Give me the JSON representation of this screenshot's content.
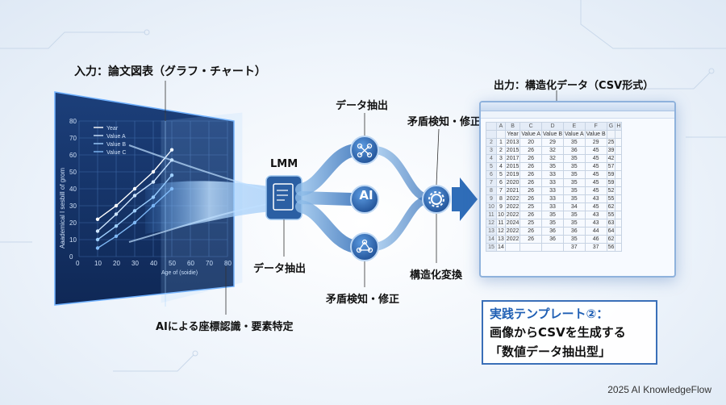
{
  "labels": {
    "input": "入力：論文図表（グラフ・チャート）",
    "output": "出力：構造化データ（CSV形式）",
    "lmm": "LMM",
    "extract_top": "データ抽出",
    "extract_bottom": "データ抽出",
    "fix_top": "矛盾検知・修正",
    "fix_bottom": "矛盾検知・修正",
    "ai": "AI",
    "structure": "構造化変換",
    "coords": "AIによる座標認識・要素特定"
  },
  "template": {
    "line1": "実践テンプレート②：",
    "line2": "画像からCSVを生成する",
    "line3": "「数値データ抽出型」"
  },
  "credit": "2025 AI KnowledgeFlow",
  "chart": {
    "ylabel": "Aaademical I sesbill of grom",
    "xlabel": "Age of (soidie)",
    "yticks": [
      "80",
      "70",
      "60",
      "50",
      "40",
      "30",
      "20",
      "10",
      "0"
    ],
    "xticks": [
      "0",
      "10",
      "20",
      "30",
      "40",
      "50",
      "60",
      "70",
      "80"
    ],
    "legend": [
      "Year",
      "Value A",
      "Value B",
      "Value C"
    ]
  },
  "chart_data": {
    "type": "line",
    "title": "",
    "xlabel": "Age of (soidie)",
    "ylabel": "Aaademical I sesbill of grom",
    "xlim": [
      0,
      80
    ],
    "ylim": [
      0,
      80
    ],
    "grid": true,
    "legend_position": "top-left",
    "x": [
      10,
      20,
      30,
      40,
      50
    ],
    "series": [
      {
        "name": "Year",
        "values": [
          22,
          30,
          40,
          50,
          63
        ]
      },
      {
        "name": "Value A",
        "values": [
          15,
          25,
          36,
          44,
          57
        ]
      },
      {
        "name": "Value B",
        "values": [
          10,
          18,
          27,
          35,
          48
        ]
      },
      {
        "name": "Value C",
        "values": [
          5,
          12,
          20,
          30,
          40
        ]
      }
    ]
  },
  "sheet": {
    "col_letters": [
      "A",
      "B",
      "C",
      "D",
      "E",
      "F",
      "G",
      "H"
    ],
    "headers": [
      "",
      "Year",
      "Value A",
      "Value B",
      "Value A",
      "Value B",
      ""
    ],
    "rows": [
      [
        "1",
        "2013",
        "20",
        "29",
        "35",
        "29",
        "25",
        ""
      ],
      [
        "2",
        "2015",
        "26",
        "32",
        "36",
        "45",
        "39",
        ""
      ],
      [
        "3",
        "2017",
        "26",
        "32",
        "35",
        "45",
        "42",
        ""
      ],
      [
        "4",
        "2015",
        "26",
        "35",
        "35",
        "45",
        "57",
        ""
      ],
      [
        "5",
        "2019",
        "26",
        "33",
        "35",
        "45",
        "59",
        ""
      ],
      [
        "6",
        "2020",
        "26",
        "33",
        "35",
        "45",
        "59",
        ""
      ],
      [
        "7",
        "2021",
        "26",
        "33",
        "35",
        "45",
        "52",
        ""
      ],
      [
        "8",
        "2022",
        "26",
        "33",
        "35",
        "43",
        "55",
        ""
      ],
      [
        "9",
        "2022",
        "25",
        "33",
        "34",
        "45",
        "62",
        ""
      ],
      [
        "10",
        "2022",
        "26",
        "35",
        "35",
        "43",
        "55",
        ""
      ],
      [
        "11",
        "2024",
        "25",
        "35",
        "35",
        "43",
        "63",
        ""
      ],
      [
        "12",
        "2022",
        "26",
        "36",
        "36",
        "44",
        "64",
        ""
      ],
      [
        "13",
        "2022",
        "26",
        "36",
        "35",
        "46",
        "62",
        ""
      ],
      [
        "14",
        "",
        "",
        "",
        "37",
        "37",
        "56",
        ""
      ]
    ]
  },
  "colors": {
    "accent": "#1f5fb4",
    "glow": "#5aa8ff",
    "node": "#2f6db8"
  }
}
